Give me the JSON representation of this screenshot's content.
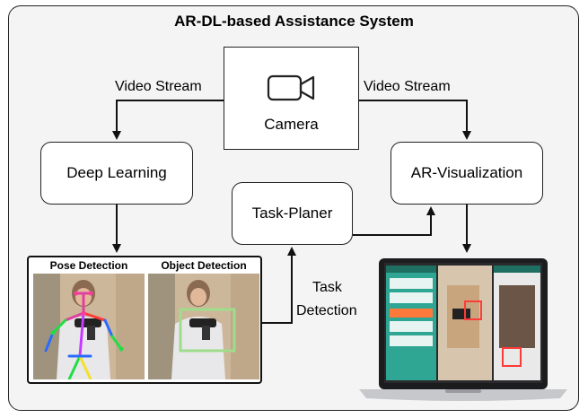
{
  "title": "AR-DL-based Assistance System",
  "nodes": {
    "camera": "Camera",
    "deep_learning": "Deep Learning",
    "ar_visualization": "AR-Visualization",
    "task_planer": "Task-Planer"
  },
  "edges": {
    "video_stream_left": "Video Stream",
    "video_stream_right": "Video Stream",
    "task_detection_line1": "Task",
    "task_detection_line2": "Detection"
  },
  "panels": {
    "pose_detection": "Pose Detection",
    "object_detection": "Object Detection"
  },
  "icons": {
    "camera": "video-camera-icon",
    "laptop": "laptop-icon"
  },
  "colors": {
    "pose_skeleton_pink": "#e040a0",
    "pose_skeleton_green": "#22dd44",
    "pose_skeleton_blue": "#2a6bff",
    "pose_skeleton_yellow": "#f2e02a",
    "object_box": "#9fdc8c",
    "app_accent": "#1bb39a",
    "app_highlight": "#ff7a3a"
  }
}
